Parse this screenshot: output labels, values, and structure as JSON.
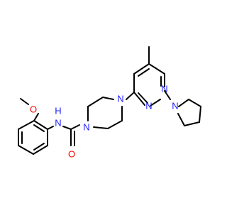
{
  "molecule": {
    "colors": {
      "bond": "#000000",
      "nitrogen": "#2020ff",
      "oxygen": "#ff0000",
      "background": "#ffffff"
    },
    "labels": {
      "o_methoxy": "O",
      "n_amide": "N",
      "h_amide": "H",
      "o_carbonyl": "O",
      "n_piperazine_1": "N",
      "n_piperazine_4": "N",
      "n_pyrimidine_3": "N",
      "n_pyrimidine_1": "N",
      "n_pyrrolidine": "N"
    }
  }
}
